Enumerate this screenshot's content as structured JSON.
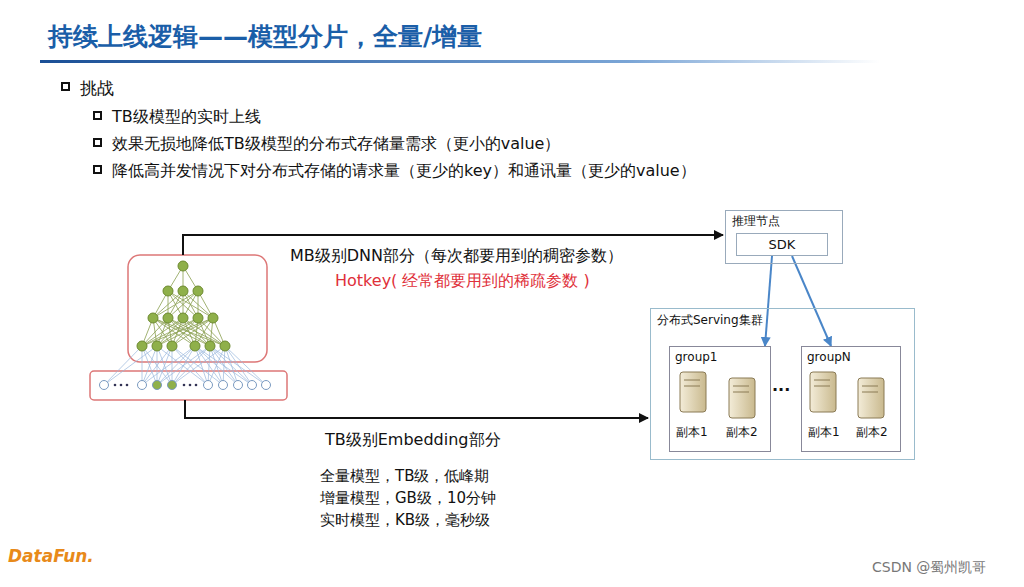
{
  "diagram": {
    "title": "持续上线逻辑——模型分片，全量/增量",
    "nodes": [
      {
        "text": [
          "推理节点"
        ]
      },
      {
        "text": [
          "SDK"
        ],
        "in": 0
      },
      {
        "text": [
          "分布式Serving集群"
        ]
      },
      {
        "text": [
          "group1",
          "副本1",
          "副本2"
        ],
        "in": 2
      },
      {
        "text": [
          "groupN",
          "副本1",
          "副本2"
        ],
        "in": 2
      }
    ],
    "edges": [
      {
        "from": 1,
        "to": 3,
        "arrow": "to"
      },
      {
        "from": 1,
        "to": 4,
        "arrow": "to"
      }
    ],
    "labels": [
      "挑战",
      "TB级模型的实时上线",
      "效果无损地降低TB级模型的分布式存储量需求（更小的value）",
      "降低高并发情况下对分布式存储的请求量（更少的key）和通讯量（更少的value）",
      "MB级别DNN部分（每次都要用到的稠密参数）",
      "Hotkey( 经常都要用到的稀疏参数 )",
      "TB级别Embedding部分",
      "全量模型，TB级，低峰期",
      "增量模型，GB级，10分钟",
      "实时模型，KB级，毫秒级",
      "···",
      "DataFun.",
      "CSDN @蜀州凯哥"
    ]
  }
}
